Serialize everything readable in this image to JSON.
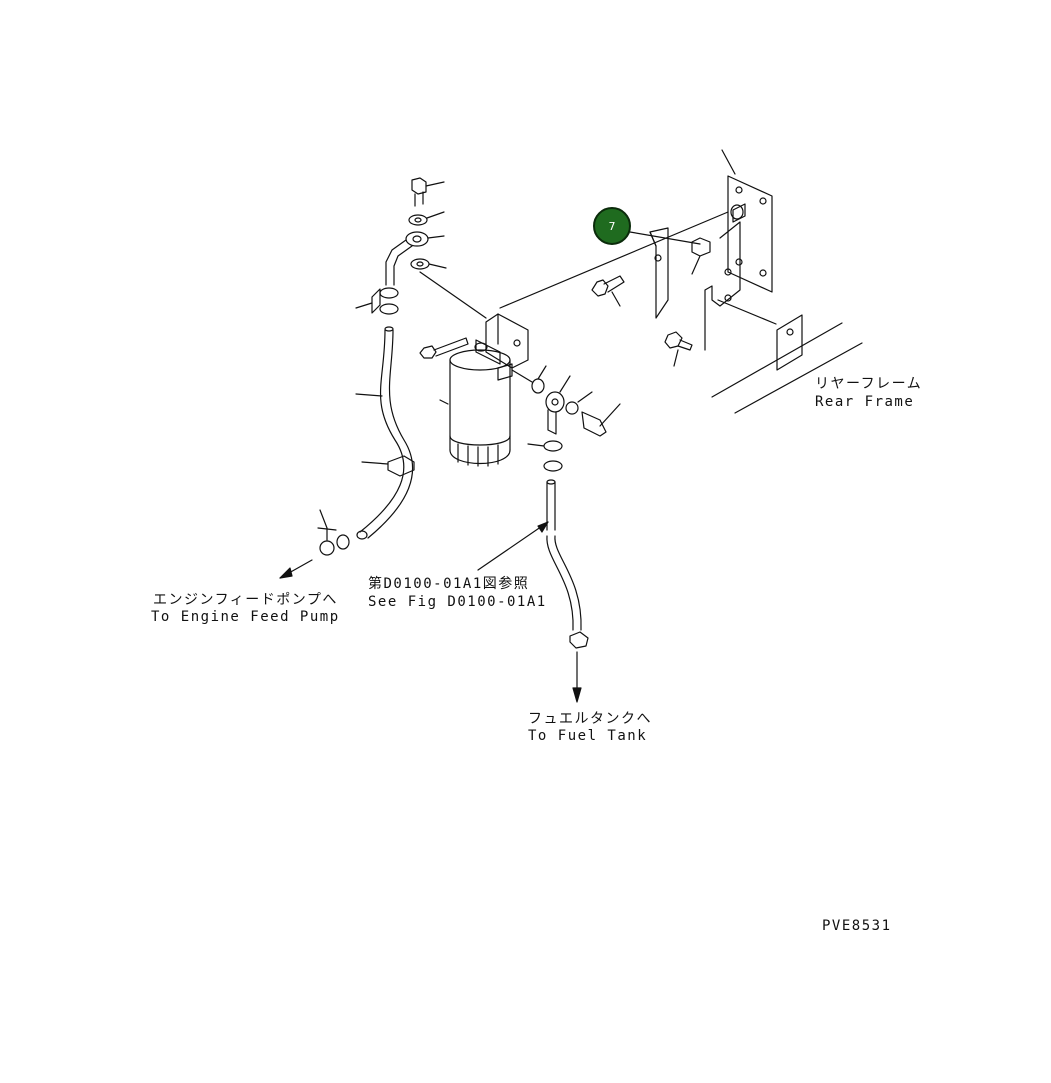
{
  "callout": {
    "number": "7",
    "color": "#1f6b1f"
  },
  "labels": {
    "rear_frame_jp": "リヤーフレーム",
    "rear_frame_en": "Rear Frame",
    "engine_pump_jp": "エンジンフィードポンプへ",
    "engine_pump_en": "To Engine Feed Pump",
    "see_fig_jp": "第D0100-01A1図参照",
    "see_fig_en": "See Fig D0100-01A1",
    "fuel_tank_jp": "フュエルタンクへ",
    "fuel_tank_en": "To Fuel Tank",
    "drawing_number": "PVE8531"
  }
}
